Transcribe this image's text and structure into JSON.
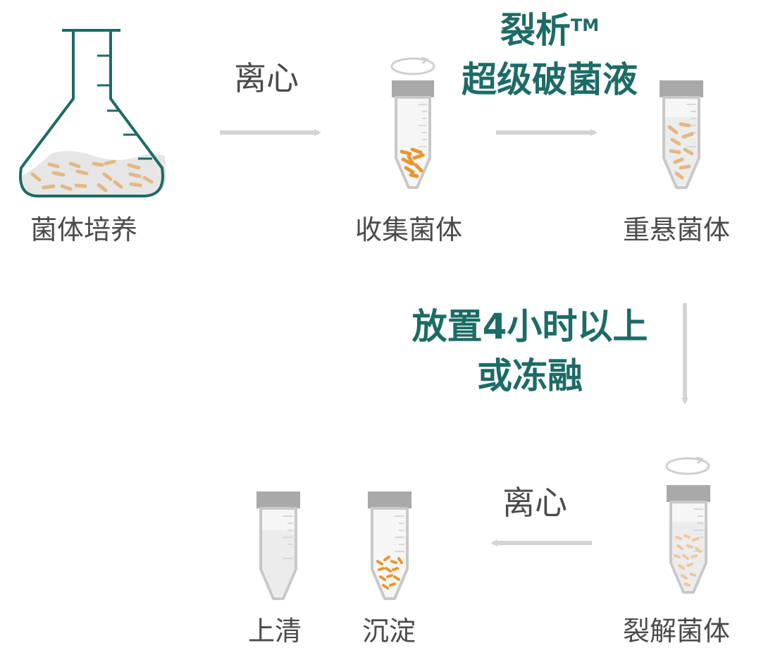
{
  "labels": {
    "culture": "菌体培养",
    "collect": "收集菌体",
    "resuspend": "重悬菌体",
    "lyse": "裂解菌体",
    "supernatant": "上清",
    "pellet": "沉淀"
  },
  "steps": {
    "centrifuge_1": "离心",
    "centrifuge_2": "离心",
    "reagent_line1": "裂析",
    "reagent_tm": "TM",
    "reagent_line2": "超级破菌液",
    "incubate_line1": "放置4小时以上",
    "incubate_line2": "或冻融"
  },
  "colors": {
    "teal": "#1d6b66",
    "text_gray": "#4a4a4a",
    "arrow_gray": "#d4d4d4",
    "tube_cap": "#a9a9a9",
    "tube_body": "#c8c8c8",
    "cell_orange": "#e8962e",
    "cell_beige": "#e4b783"
  }
}
